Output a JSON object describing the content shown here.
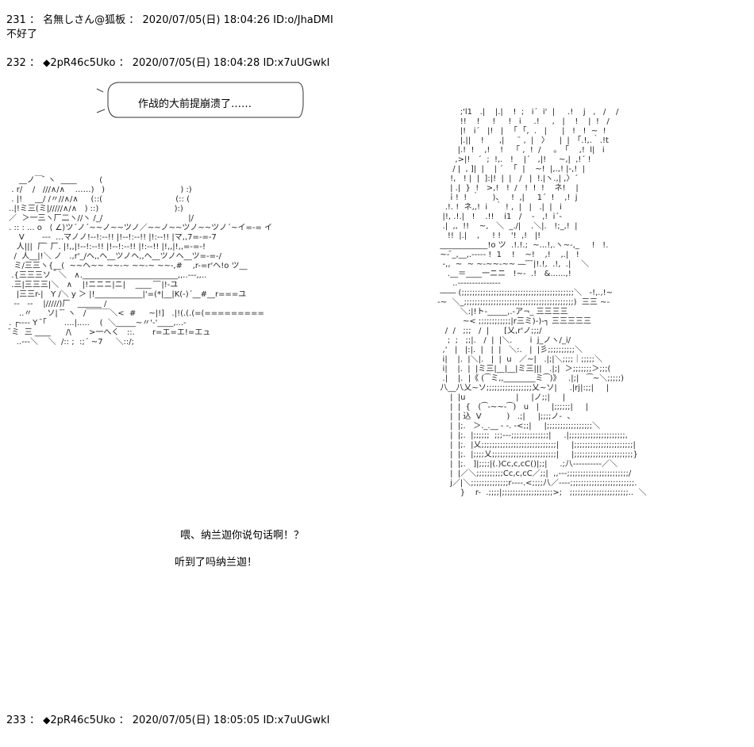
{
  "posts": [
    {
      "number": "231",
      "sep": "：",
      "name": "名無しさん@狐板",
      "datetime": "2020/07/05(日) 18:04:26",
      "id": "ID:o/JhaDMI",
      "body": "不好了"
    },
    {
      "number": "232",
      "sep": "：",
      "name_mark": "◆",
      "name": "2pR46c5Uko",
      "datetime": "2020/07/05(日) 18:04:28",
      "id": "ID:x7uUGwkI"
    },
    {
      "number": "233",
      "sep": "：",
      "name_mark": "◆",
      "name": "2pR46c5Uko",
      "datetime": "2020/07/05(日) 18:05:05",
      "id": "ID:x7uUGwkI"
    }
  ],
  "art": {
    "bubble_text": "作战的大前提崩溃了……",
    "speech_1": "喂、纳兰迦你说句话啊！？",
    "speech_2": "听到了吗纳兰迦！"
  }
}
